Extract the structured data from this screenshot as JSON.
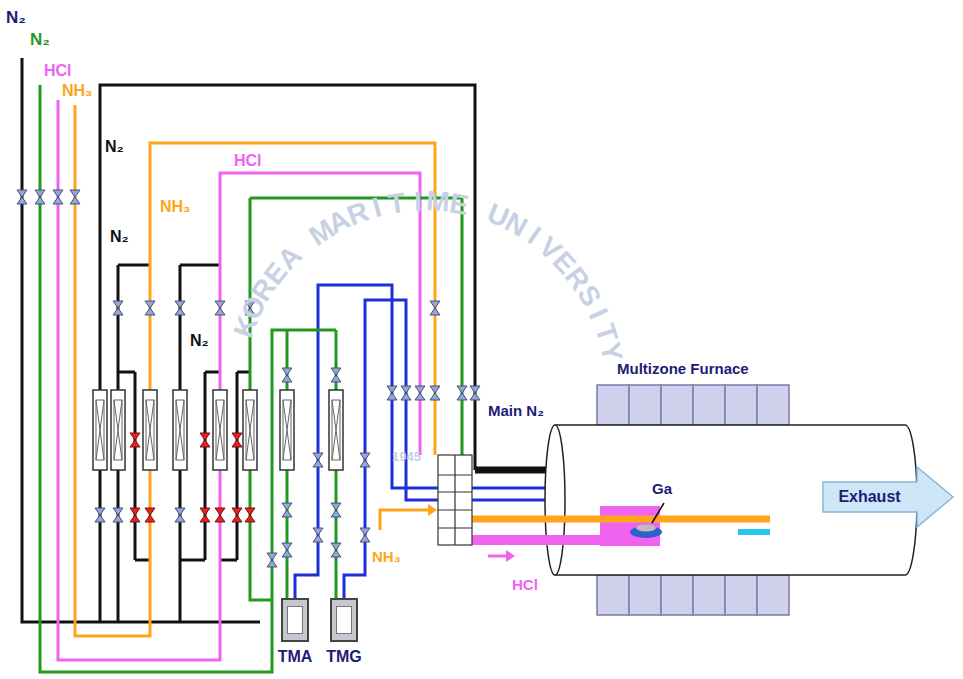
{
  "diagram": {
    "nodes": [
      {
        "text": [
          "Multizone Furnace"
        ]
      },
      {
        "text": [
          "Exhaust"
        ]
      },
      {
        "text": [
          "TMA"
        ]
      },
      {
        "text": [
          "TMG"
        ]
      }
    ],
    "edges": [
      {
        "from": 2,
        "to": 0,
        "arrow": "none"
      },
      {
        "from": 3,
        "to": 0,
        "arrow": "none"
      }
    ],
    "labels": [
      "N₂",
      "N₂",
      "HCl",
      "NH₃",
      "N₂",
      "NH₃",
      "HCl",
      "N₂",
      "N₂",
      "Main N₂",
      "Ga",
      "NH₃",
      "HCl",
      "KOREA MARITIME UNIVERSITY",
      "1945"
    ]
  }
}
